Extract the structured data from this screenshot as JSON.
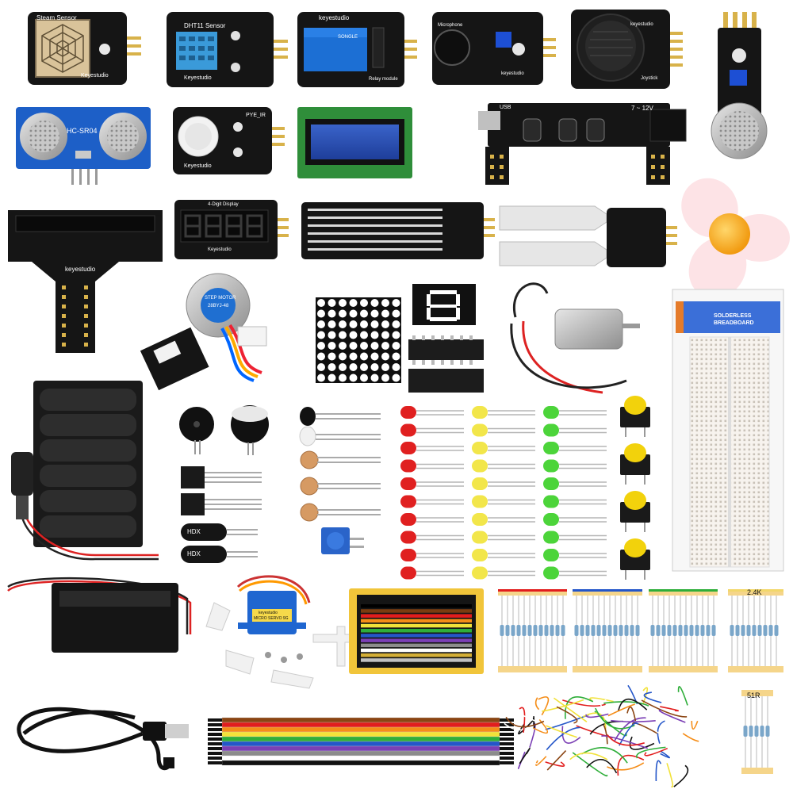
{
  "labels": {
    "steam_sensor": "Steam Sensor",
    "steam_brand": "Keyestudio",
    "dht11": "DHT11 Sensor",
    "dht_brand": "Keyestudio",
    "relay_brand": "keyestudio",
    "relay_mod": "Relay module",
    "relay_text": "SONGLE",
    "microphone": "Microphone",
    "mic_brand": "keyestudio",
    "joystick_brand": "keyestudio",
    "joystick": "Joystick",
    "hc_sr04": "HC-SR04",
    "pye_ir": "PYE_IR",
    "pir_brand": "Keyestudio",
    "power_volt": "7 ~ 12V",
    "power_usb": "USB",
    "digit_display": "4-Digit Display",
    "digit_brand": "Keyestudio",
    "tshape_brand": "keyestudio",
    "stepper_text": "STEP MOTOR",
    "stepper_text2": "28BYJ-48",
    "servo_brand": "keyestudio",
    "servo_model": "MICRO SERVO 9G",
    "breadboard_title": "SOLDERLESS BREADBOARD",
    "resistor_tag_1": "2.4K",
    "resistor_tag_2": "51R",
    "buzzer_text": "HDX"
  },
  "colors": {
    "pcb": "#121212",
    "pcb_edge": "#f2c400",
    "breadboard_blue": "#3b6fd8",
    "breadboard_orange": "#e57b2a",
    "led_red": "#e02020",
    "led_yellow": "#f2e64a",
    "led_green": "#4cd43a",
    "button_cap": "#f2d20c",
    "fan_hub": "#f7b21c"
  },
  "components": [
    "steam-sensor-module",
    "dht11-sensor-module",
    "relay-module",
    "microphone-module",
    "joystick-module",
    "gas-sensor-module",
    "ultrasonic-sensor",
    "pir-motion-sensor",
    "lcd-1602-display",
    "breadboard-power-module",
    "t-shape-gpio-board",
    "four-digit-display",
    "water-level-sensor",
    "soil-moisture-sensor",
    "fan-propeller",
    "stepper-motor-with-driver",
    "dot-matrix-display",
    "seven-segment-display",
    "ic-chips",
    "dc-motor",
    "solderless-breadboard",
    "battery-holder-6xAA",
    "battery-box-2xAA",
    "buzzers",
    "ir-receiver-and-ir-led",
    "photoresistors",
    "potentiometer",
    "transistors",
    "tilt-sensors",
    "red-leds",
    "yellow-leds",
    "green-leds",
    "push-buttons",
    "micro-servo",
    "servo-horns-and-screws",
    "resistor-color-code-card",
    "resistor-bands",
    "usb-cable",
    "rainbow-jumper-ribbon",
    "jumper-wires-bundle"
  ]
}
